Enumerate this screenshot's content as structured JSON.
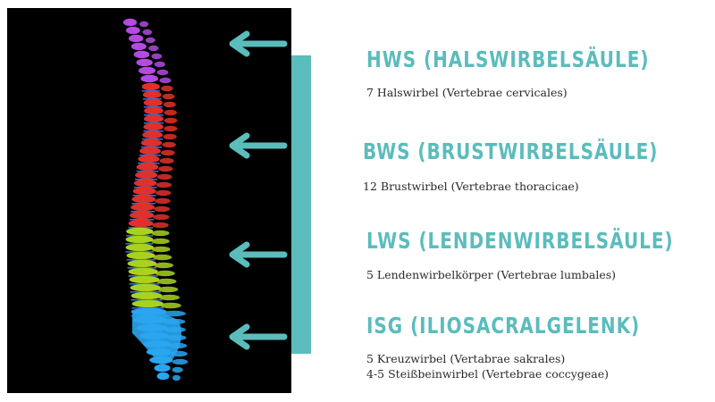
{
  "colors": {
    "accent": "#5bbcbc",
    "cervical": "#b24be0",
    "thoracic": "#e0302a",
    "lumbar": "#a8d21e",
    "sacral": "#2aa6f0",
    "disc": "#2f6fd8",
    "background_panel": "#000000"
  },
  "sections": [
    {
      "heading": "HWS (HALSWIRBELSÄULE)",
      "lines": [
        "7 Halswirbel (Vertebrae cervicales)"
      ]
    },
    {
      "heading": "BWS (BRUSTWIRBELSÄULE)",
      "lines": [
        "12 Brustwirbel (Vertebrae thoracicae)"
      ]
    },
    {
      "heading": "LWS (LENDENWIRBELSÄULE)",
      "lines": [
        "5 Lendenwirbelkörper (Vertebrae lumbales)"
      ]
    },
    {
      "heading": "ISG (ILIOSACRALGELENK)",
      "lines": [
        "5 Kreuzwirbel (Vertabrae sakrales)",
        "4-5 Steißbeinwirbel (Vertebrae coccygeae)"
      ]
    }
  ],
  "arrow_icon": "arrow-left-icon"
}
